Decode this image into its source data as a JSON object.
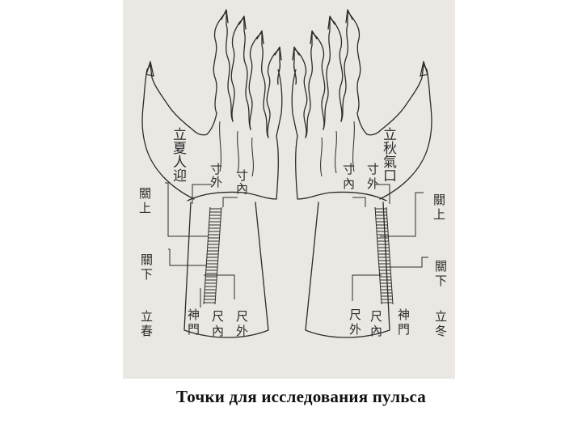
{
  "figure": {
    "left_hand": {
      "season_top": "立夏人迎",
      "cun_wai": "寸外",
      "cun_nei": "寸內",
      "guan_shang": "關上",
      "guan_xia": "關下",
      "season_bottom": "立春",
      "shen_men": "神門",
      "chi_nei": "尺內",
      "chi_wai": "尺外"
    },
    "right_hand": {
      "season_top": "立秋氣口",
      "cun_nei": "寸內",
      "cun_wai": "寸外",
      "guan_shang": "關上",
      "guan_xia": "關下",
      "season_bottom": "立冬",
      "chi_wai": "尺外",
      "chi_nei": "尺內",
      "shen_men": "神門"
    }
  },
  "caption": "Точки для исследования пульса"
}
